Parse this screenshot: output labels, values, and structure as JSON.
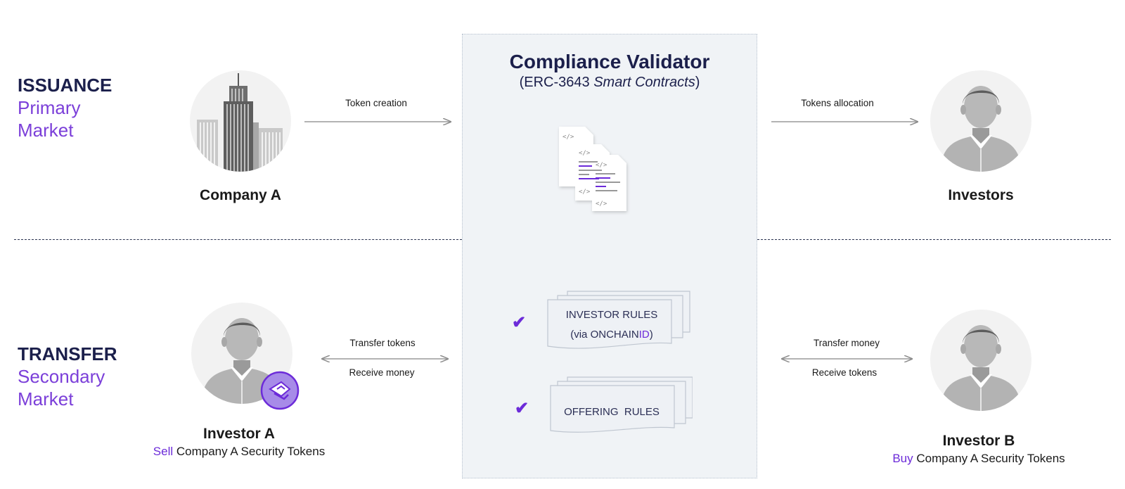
{
  "issuance": {
    "title": "ISSUANCE",
    "subtitle_line1": "Primary",
    "subtitle_line2": "Market"
  },
  "transfer": {
    "title": "TRANSFER",
    "subtitle_line1": "Secondary",
    "subtitle_line2": "Market"
  },
  "validator": {
    "title": "Compliance Validator",
    "subtitle_open": "(ERC-3643 ",
    "subtitle_italic": "Smart Contracts",
    "subtitle_close": ")",
    "code_glyph": "</>"
  },
  "actors": {
    "company_a": {
      "label": "Company A"
    },
    "investors": {
      "label": "Investors"
    },
    "investor_a": {
      "label": "Investor A",
      "action": "Sell",
      "detail": " Company A Security Tokens"
    },
    "investor_b": {
      "label": "Investor B",
      "action": "Buy",
      "detail": " Company A Security Tokens"
    }
  },
  "arrows": {
    "token_creation": "Token creation",
    "tokens_allocation": "Tokens allocation",
    "left_transfer_top": "Transfer tokens",
    "left_transfer_bottom": "Receive money",
    "right_transfer_top": "Transfer money",
    "right_transfer_bottom": "Receive tokens"
  },
  "rules": {
    "investor_rules_line1": "INVESTOR RULES",
    "investor_rules_prefix": "(via ONCHAIN",
    "investor_rules_accent": "ID",
    "investor_rules_suffix": ")",
    "offering_rules": "OFFERING  RULES",
    "check_glyph": "✔"
  },
  "colors": {
    "accent": "#6c2bd9",
    "navy": "#1b1f4b",
    "panel": "#f0f3f6"
  }
}
